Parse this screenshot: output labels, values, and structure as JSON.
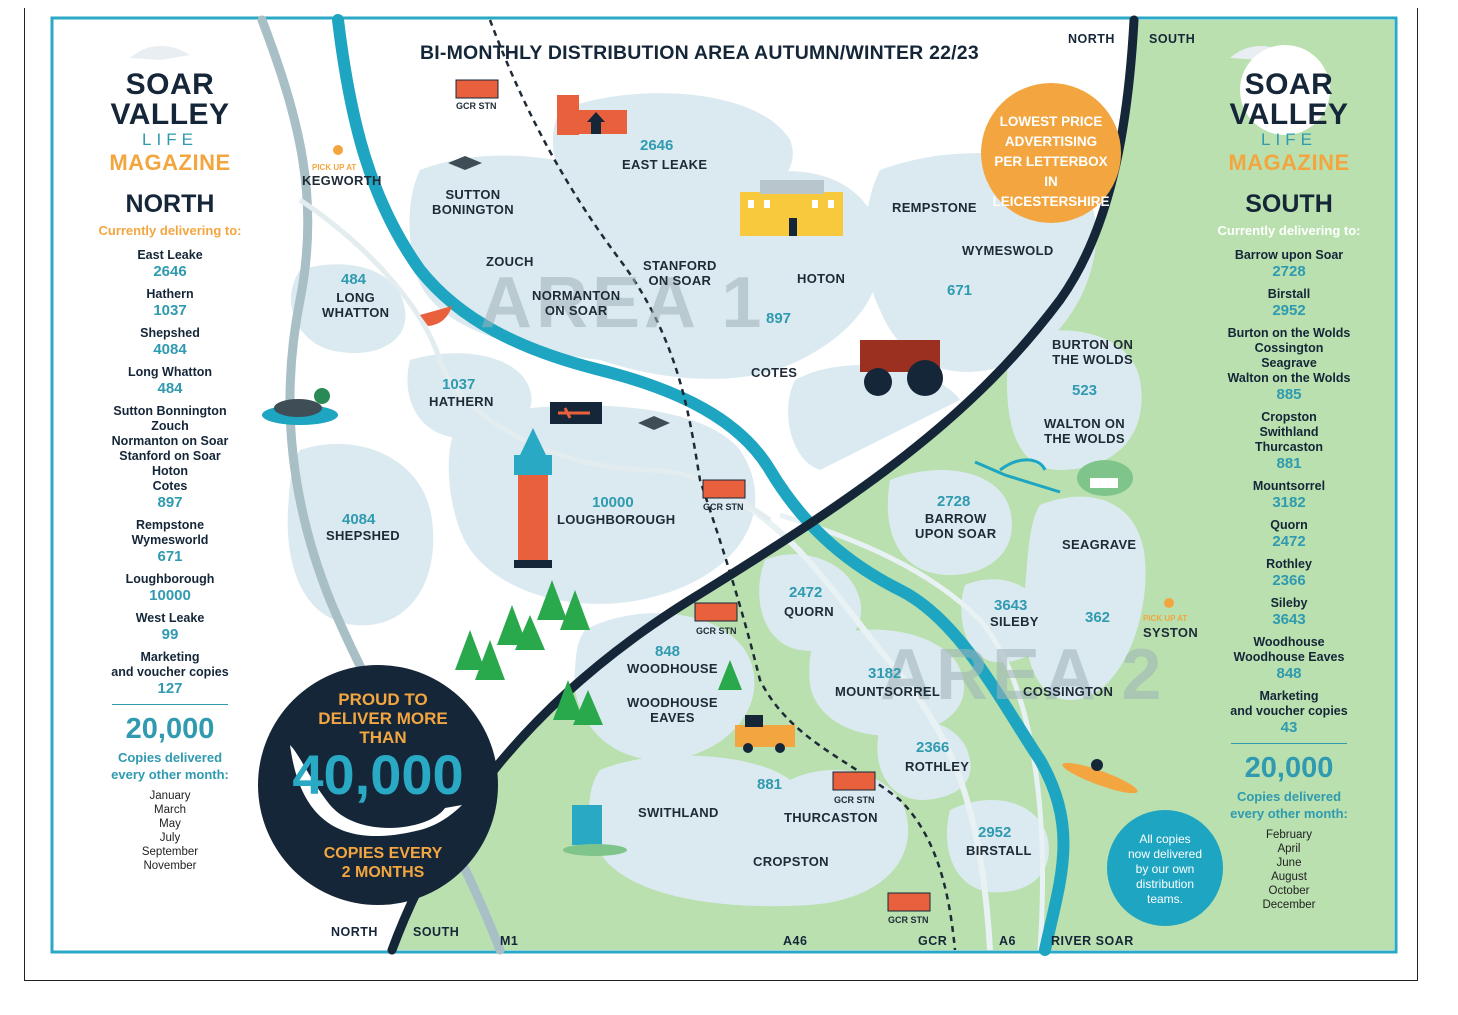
{
  "title": "BI-MONTHLY DISTRIBUTION AREA AUTUMN/WINTER 22/23",
  "brand": {
    "line1": "SOAR VALLEY",
    "line2": "LIFE",
    "line3": "MAGAZINE"
  },
  "colors": {
    "north_bg": "#ffffff",
    "south_bg": "#b9e0ae",
    "blob": "#dbeaf0",
    "river": "#1ea5c2",
    "dark": "#142638",
    "accent": "#f3a640"
  },
  "north_panel": {
    "region": "NORTH",
    "subtitle": "Currently delivering to:",
    "entries": [
      {
        "name": "East Leake",
        "value": "2646"
      },
      {
        "name": "Hathern",
        "value": "1037"
      },
      {
        "name": "Shepshed",
        "value": "4084"
      },
      {
        "name": "Long Whatton",
        "value": "484"
      },
      {
        "name": "Sutton Bonnington\nZouch\nNormanton on Soar\nStanford on Soar\nHoton\nCotes",
        "value": "897"
      },
      {
        "name": "Rempstone\nWymesworld",
        "value": "671"
      },
      {
        "name": "Loughborough",
        "value": "10000"
      },
      {
        "name": "West Leake",
        "value": "99"
      },
      {
        "name": "Marketing\nand voucher copies",
        "value": "127"
      }
    ],
    "total": "20,000",
    "total_label": "Copies delivered\nevery other month:",
    "months": [
      "January",
      "March",
      "May",
      "July",
      "September",
      "November"
    ]
  },
  "south_panel": {
    "region": "SOUTH",
    "subtitle": "Currently delivering to:",
    "entries": [
      {
        "name": "Barrow upon Soar",
        "value": "2728"
      },
      {
        "name": "Birstall",
        "value": "2952"
      },
      {
        "name": "Burton on the Wolds\nCossington\nSeagrave\nWalton on the Wolds",
        "value": "885"
      },
      {
        "name": "Cropston\nSwithland\nThurcaston",
        "value": "881"
      },
      {
        "name": "Mountsorrel",
        "value": "3182"
      },
      {
        "name": "Quorn",
        "value": "2472"
      },
      {
        "name": "Rothley",
        "value": "2366"
      },
      {
        "name": "Sileby",
        "value": "3643"
      },
      {
        "name": "Woodhouse\nWoodhouse Eaves",
        "value": "848"
      },
      {
        "name": "Marketing\nand voucher copies",
        "value": "43"
      }
    ],
    "total": "20,000",
    "total_label": "Copies delivered\nevery other month:",
    "months": [
      "February",
      "April",
      "June",
      "August",
      "October",
      "December"
    ]
  },
  "badge_orange": "LOWEST PRICE\nADVERTISING\nPER LETTERBOX IN\nLEICESTERSHIRE",
  "badge_proud": {
    "top": "PROUD TO\nDELIVER MORE\nTHAN",
    "big": "40,000",
    "bottom": "COPIES EVERY\n2 MONTHS"
  },
  "badge_teal": "All copies\nnow delivered\nby our own\ndistribution\nteams.",
  "area_labels": {
    "area1": "AREA 1",
    "area2": "AREA 2"
  },
  "places": {
    "east_leake": {
      "num": "2646",
      "name": "EAST LEAKE"
    },
    "sutton": "SUTTON\nBONINGTON",
    "kegworth": "KEGWORTH",
    "pick_up_kegworth": "PICK UP AT",
    "long_whatton": {
      "num": "484",
      "name": "LONG\nWHATTON"
    },
    "zouch": "ZOUCH",
    "stanford": "STANFORD\nON SOAR",
    "normanton": "NORMANTON\nON SOAR",
    "hoton": "HOTON",
    "hoton_num": "897",
    "cotes": "COTES",
    "rempstone": "REMPSTONE",
    "wymeswold": "WYMESWOLD",
    "wymeswold_num": "671",
    "hathern": {
      "num": "1037",
      "name": "HATHERN"
    },
    "shepshed": {
      "num": "4084",
      "name": "SHEPSHED"
    },
    "loughborough": {
      "num": "10000",
      "name": "LOUGHBOROUGH"
    },
    "burton": "BURTON ON\nTHE WOLDS",
    "burton_num": "523",
    "walton": "WALTON ON\nTHE WOLDS",
    "barrow": {
      "num": "2728",
      "name": "BARROW\nUPON SOAR"
    },
    "seagrave": "SEAGRAVE",
    "quorn": {
      "num": "2472",
      "name": "QUORN"
    },
    "sileby": {
      "num": "3643",
      "name": "SILEBY"
    },
    "seagrave_num": "362",
    "syston": "SYSTON",
    "pick_up_syston": "PICK UP AT",
    "woodhouse": {
      "num": "848",
      "name": "WOODHOUSE"
    },
    "woodhouse_eaves": "WOODHOUSE\nEAVES",
    "mountsorrel": {
      "num": "3182",
      "name": "MOUNTSORREL"
    },
    "cossington": "COSSINGTON",
    "rothley": {
      "num": "2366",
      "name": "ROTHLEY"
    },
    "swithland": "SWITHLAND",
    "thurcaston_num": "881",
    "thurcaston": "THURCASTON",
    "cropston": "CROPSTON",
    "birstall": {
      "num": "2952",
      "name": "BIRSTALL"
    }
  },
  "stations": [
    "GCR STN",
    "GCR STN",
    "GCR STN",
    "GCR STN",
    "GCR STN"
  ],
  "edge_labels": {
    "north_top": "NORTH",
    "south_top": "SOUTH",
    "north_bottom": "NORTH",
    "south_bottom": "SOUTH",
    "m1": "M1",
    "a46": "A46",
    "gcr": "GCR",
    "a6": "A6",
    "river": "RIVER SOAR"
  },
  "icons": [
    "swan-icon",
    "pin-icon",
    "station-icon",
    "castle-icon",
    "mansion-icon",
    "graduation-cap-icon",
    "boat-icon",
    "duck-icon",
    "lighthouse-tower-icon",
    "fox-sign-icon",
    "tree-icon",
    "steam-engine-icon",
    "train-icon",
    "kayak-icon",
    "horse-icon",
    "bird-icon",
    "tower-icon"
  ]
}
